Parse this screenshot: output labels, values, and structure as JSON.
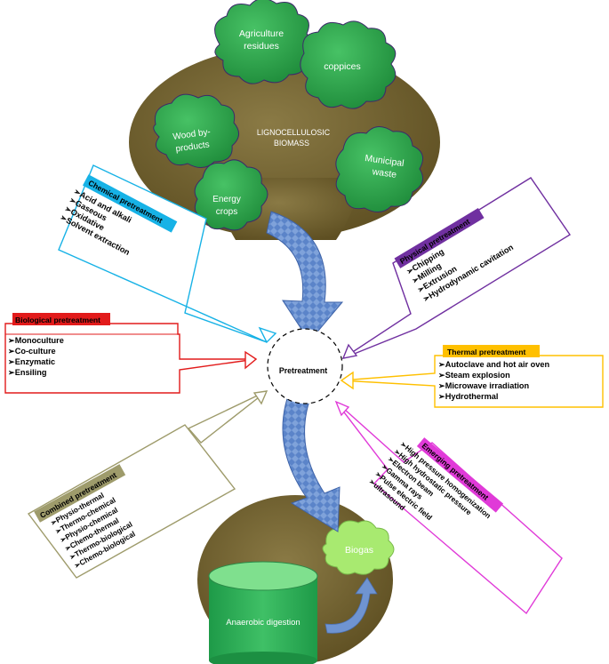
{
  "center": {
    "label": "Pretreatment"
  },
  "biomass": {
    "label_line1": "LIGNOCELLULOSIC",
    "label_line2": "BIOMASS",
    "sources": [
      {
        "line1": "Agriculture",
        "line2": "residues"
      },
      {
        "line1": "coppices",
        "line2": ""
      },
      {
        "line1": "Wood by-",
        "line2": "products"
      },
      {
        "line1": "Energy",
        "line2": "crops"
      },
      {
        "line1": "Municipal",
        "line2": "waste"
      }
    ]
  },
  "output": {
    "digestion_label": "Anaerobic digestion",
    "product_label": "Biogas"
  },
  "colors": {
    "chemical": "#17b2e6",
    "biological": "#e21b1b",
    "physical": "#7030a0",
    "thermal": "#ffc000",
    "emerging": "#e03ad8",
    "combined": "#9e9b6b",
    "tree_trunk": "#6f5f30",
    "foliage": "#2fa84f",
    "arrow": "#4f78c0"
  },
  "pretreatments": {
    "chemical": {
      "title": "Chemical pretreatment",
      "items": [
        "➢Acid and alkali",
        "➢Gaseous",
        "➢Oxidative",
        "➢Solvent  extraction"
      ]
    },
    "biological": {
      "title": "Biological pretreatment",
      "items": [
        "➢Monoculture",
        "➢Co-culture",
        "➢Enzymatic",
        "➢Ensiling"
      ]
    },
    "physical": {
      "title": "Physical pretreatment",
      "items": [
        "➢Chipping",
        "➢Milling",
        "➢Extrusion",
        "➢Hydrodynamic cavitation"
      ]
    },
    "thermal": {
      "title": "Thermal pretreatment",
      "items": [
        "➢Autoclave and hot air oven",
        "➢Steam explosion",
        "➢Microwave irradiation",
        "➢Hydrothermal"
      ]
    },
    "emerging": {
      "title": "Emerging pretreatment",
      "items": [
        "➢High pressure homogenization",
        "➢High hydrostatic  pressure",
        "➢Electron beam",
        "➢Gamma rays",
        "➢Pulse electric field",
        "➢ultrasound"
      ]
    },
    "combined": {
      "title": "Combined pretreatment",
      "items": [
        "➢Physio-thermal",
        "➢Thermo-chemical",
        "➢Physio-chemical",
        "➢Chemo-thermal",
        "➢Thermo-biological",
        "➢Chemo-biological"
      ]
    }
  }
}
